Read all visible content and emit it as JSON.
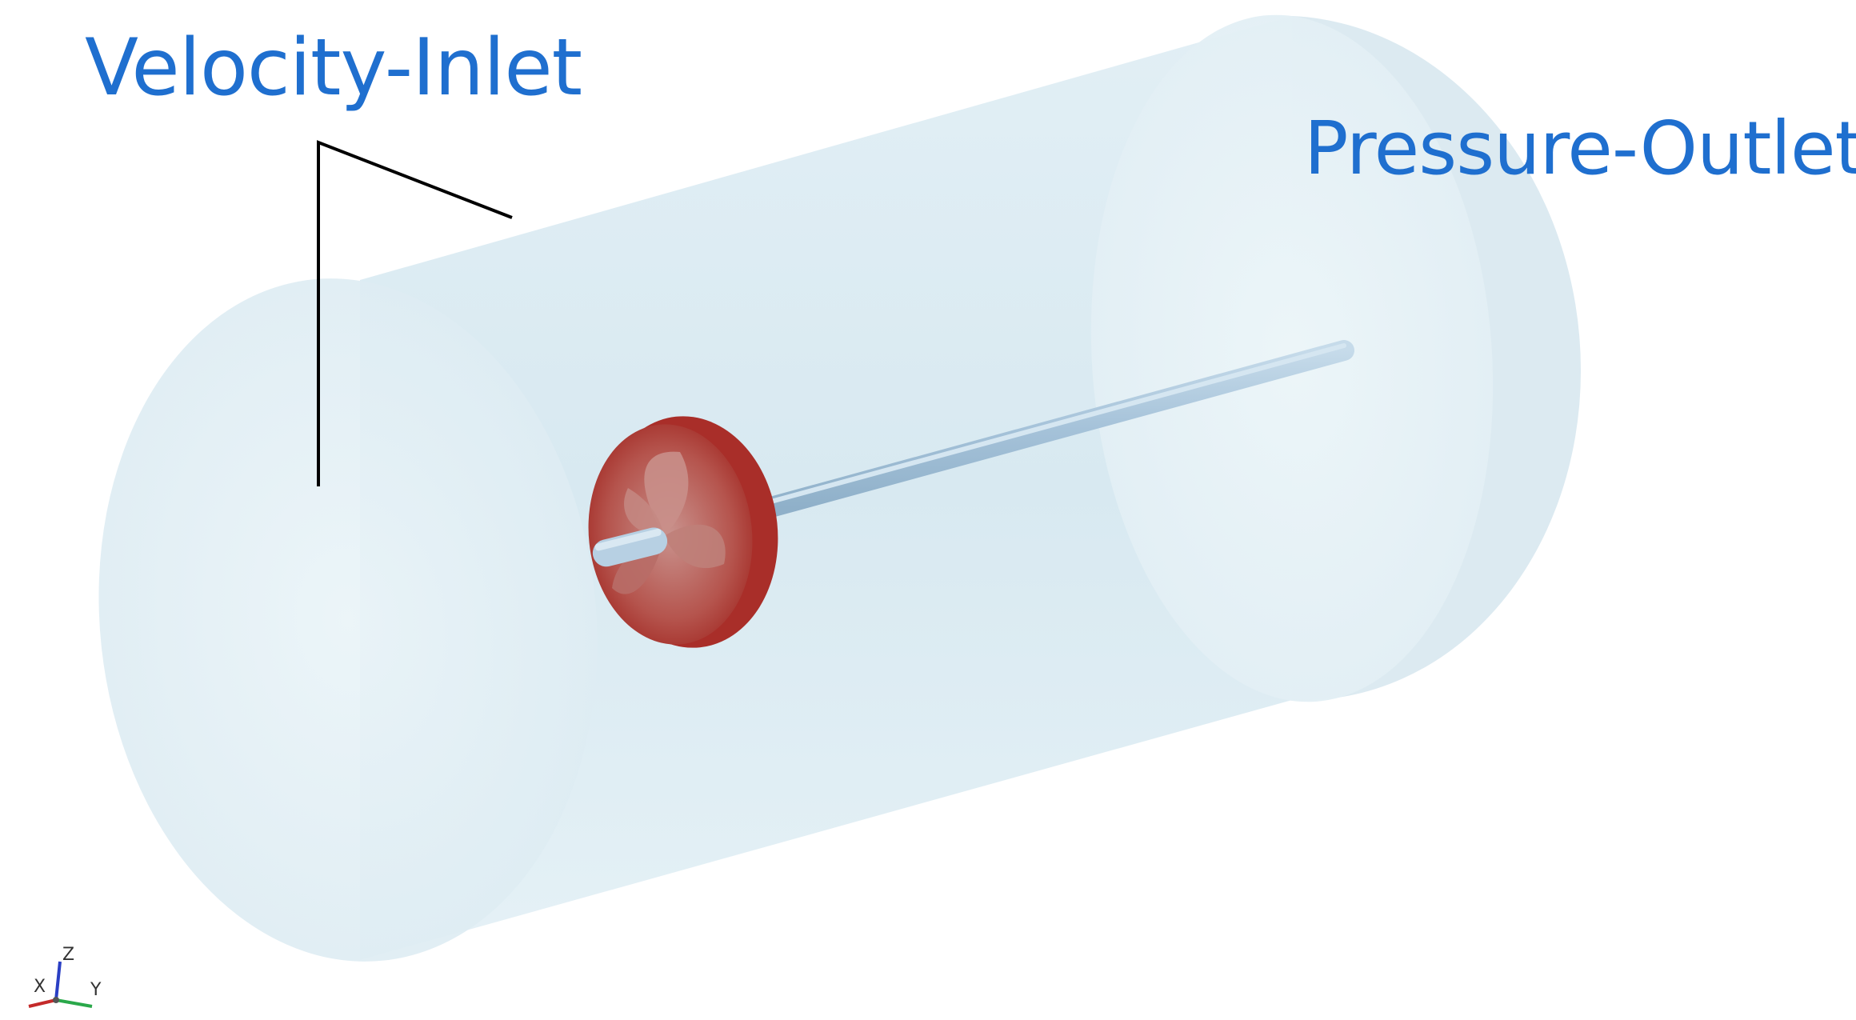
{
  "labels": {
    "inlet": "Velocity-Inlet",
    "outlet": "Pressure-Outlet"
  },
  "triad": {
    "x": "X",
    "y": "Y",
    "z": "Z"
  },
  "colors": {
    "label_blue": "#1f6fcf",
    "domain_fill": "#dfeef5",
    "rotor_red": "#b9302b",
    "shaft_blue": "#a9c6de",
    "leader_line": "#000000"
  }
}
